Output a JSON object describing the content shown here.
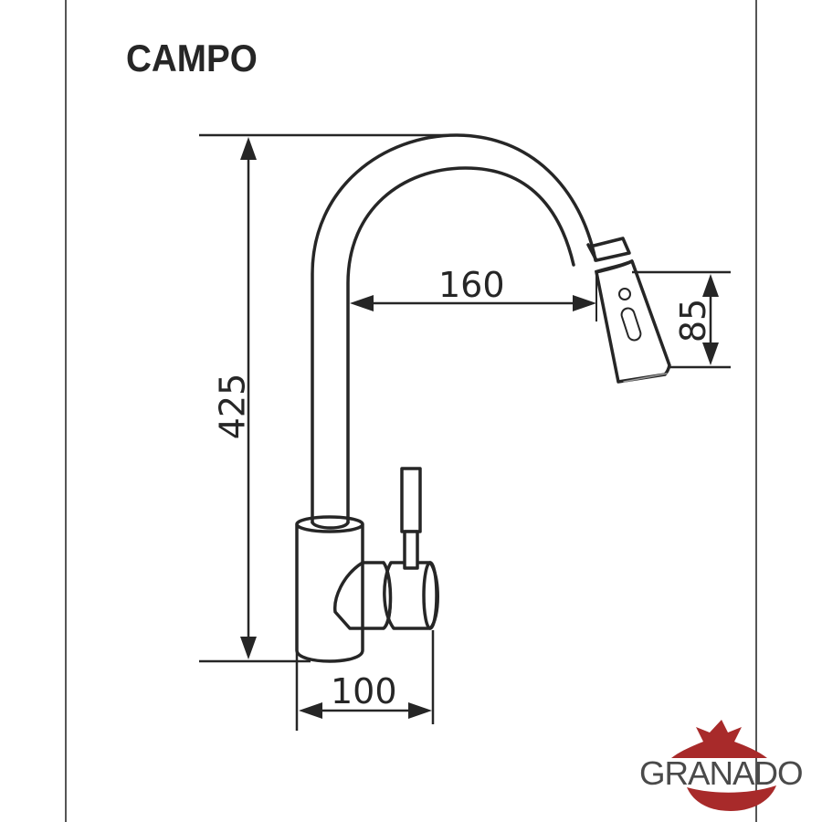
{
  "drawing": {
    "title": "CAMPO",
    "subject": "kitchen faucet technical drawing",
    "stroke_color": "#262626",
    "background_color": "#ffffff"
  },
  "dimensions": {
    "height": {
      "value": "425",
      "orientation": "vertical"
    },
    "reach": {
      "value": "160",
      "orientation": "horizontal"
    },
    "spray_head": {
      "value": "85",
      "orientation": "vertical"
    },
    "base_width": {
      "value": "100",
      "orientation": "horizontal"
    }
  },
  "brand": {
    "name": "GRANADO",
    "logo_color": "#a82a2a",
    "text_color": "#4a4a4a"
  }
}
